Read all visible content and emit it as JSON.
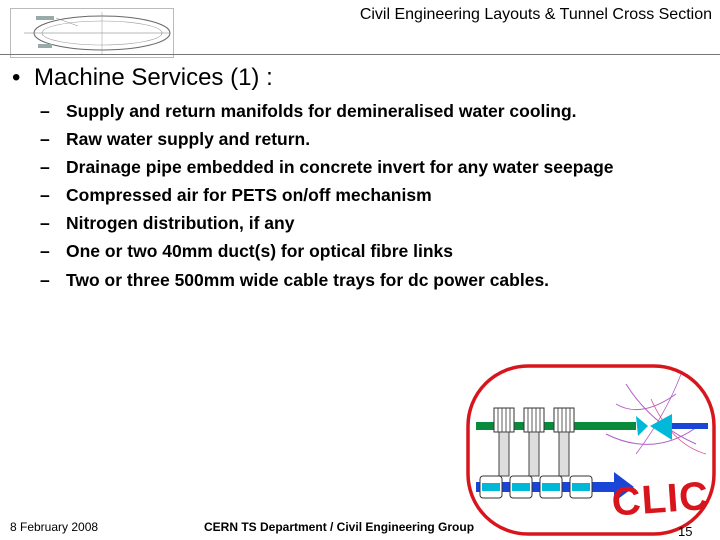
{
  "header": {
    "title": "Civil Engineering Layouts & Tunnel Cross Section"
  },
  "content": {
    "bullet": "•",
    "heading": "Machine Services (1) :",
    "dash": "–",
    "items": [
      "Supply and return manifolds for demineralised water cooling.",
      "Raw water supply and return.",
      "Drainage pipe embedded in concrete invert for any water seepage",
      "Compressed air for PETS on/off mechanism",
      "Nitrogen distribution, if any",
      "One or two 40mm duct(s) for optical fibre links",
      "Two or three 500mm wide cable trays for dc power cables."
    ]
  },
  "logo": {
    "text": "CLIC",
    "border_color": "#d8151c",
    "green": "#0a8a3c",
    "blue": "#1a46d8",
    "cyan": "#00b8d8"
  },
  "footer": {
    "date": "8 February 2008",
    "department": "CERN TS Department / Civil Engineering Group",
    "page_number": "15"
  }
}
